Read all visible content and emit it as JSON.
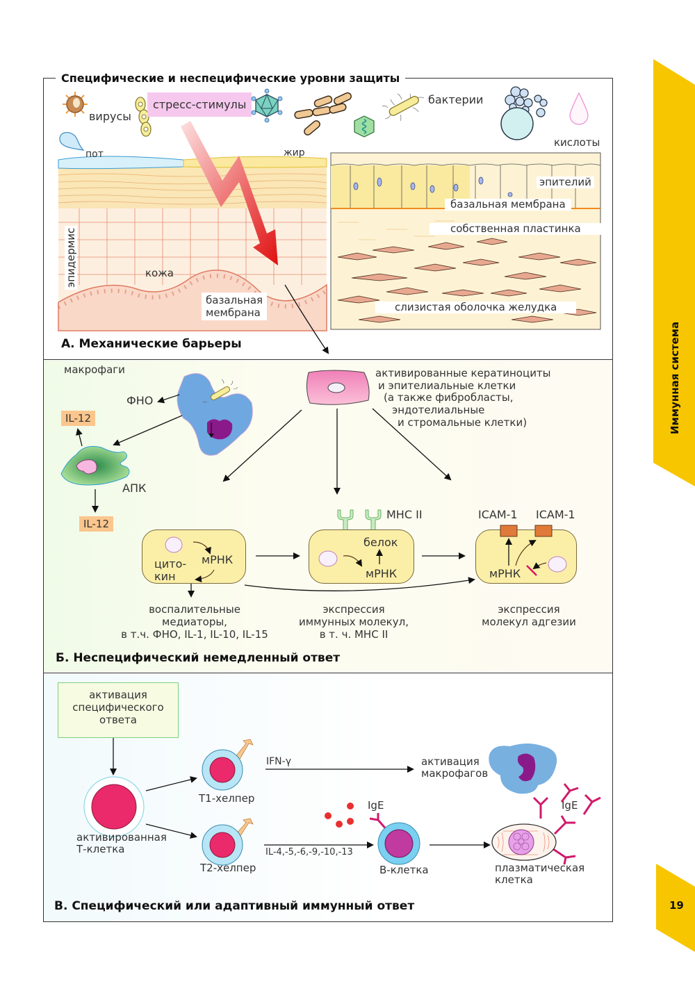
{
  "page": {
    "title": "Специфические и неспецифические уровни защиты",
    "side_tab_label": "Иммунная система",
    "page_number": "19",
    "accent_color": "#f7c600"
  },
  "section_a": {
    "title": "А. Механические барьеры",
    "labels": {
      "viruses": "вирусы",
      "stress": "стресс-стимулы",
      "bacteria": "бактерии",
      "acids": "кислоты",
      "sweat": "пот",
      "fat": "жир",
      "epidermis": "эпидермис",
      "skin": "кожа",
      "basal_membrane_skin_1": "базальная",
      "basal_membrane_skin_2": "мембрана",
      "epithelium": "эпителий",
      "basal_membrane": "базальная мембрана",
      "lamina_propria": "собственная пластинка",
      "gastric_mucosa": "слизистая оболочка желудка"
    }
  },
  "section_b": {
    "title": "Б. Неспецифический немедленный ответ",
    "macrophages": "макрофаги",
    "tnf": "ФНО",
    "il12_top": "IL-12",
    "il12_bottom": "IL-12",
    "apc": "АПК",
    "activated_cells": [
      "активированные кератиноциты",
      "и эпителиальные клетки",
      "(а также фибробласты,",
      "эндотелиальные",
      "и стромальные клетки)"
    ],
    "cell1": {
      "cytokine_1": "цито-",
      "cytokine_2": "кин",
      "mrna": "мРНК"
    },
    "cell2": {
      "mhc": "MHC II",
      "protein": "белок",
      "mrna": "мРНК"
    },
    "cell3": {
      "icam_left": "ICAM-1",
      "icam_right": "ICAM-1",
      "mrna": "мРНК"
    },
    "caption1": [
      "воспалительные",
      "медиаторы,",
      "в т.ч. ФНО, IL-1, IL-10, IL-15"
    ],
    "caption2": [
      "экспрессия",
      "иммунных молекул,",
      "в т. ч. MHC II"
    ],
    "caption3": [
      "экспрессия",
      "молекул адгезии"
    ]
  },
  "section_c": {
    "title": "В. Специфический или адаптивный иммунный ответ",
    "activation_box": [
      "активация",
      "специфического",
      "ответа"
    ],
    "activated_t_cell": [
      "активированная",
      "Т-клетка"
    ],
    "t1_helper": "Т1-хелпер",
    "t2_helper": "Т2-хелпер",
    "ifn": "IFN-γ",
    "interleukins": "IL-4,-5,-6,-9,-10,-13",
    "macrophage_activation": [
      "активация",
      "макрофагов"
    ],
    "ige_left": "IgE",
    "ige_right": "IgE",
    "b_cell": "В-клетка",
    "plasma_cell": [
      "плазматическая",
      "клетка"
    ]
  }
}
